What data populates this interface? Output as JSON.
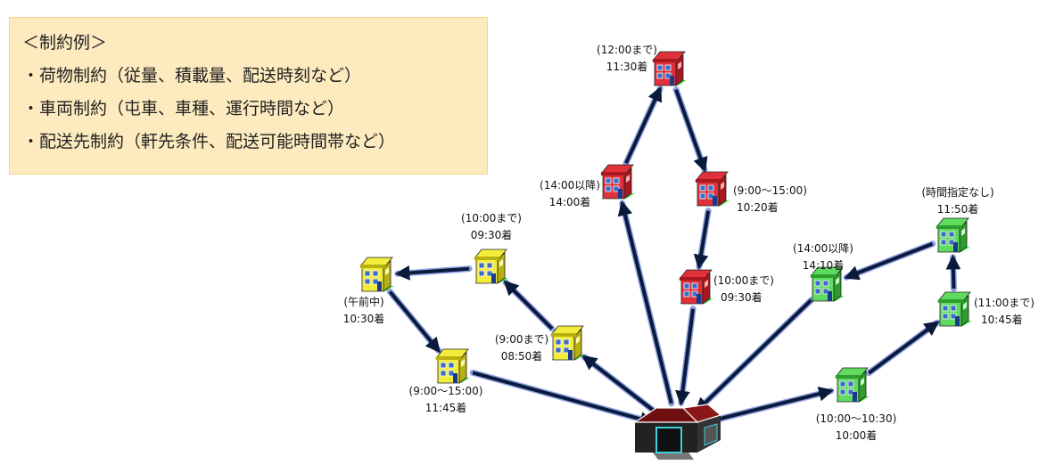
{
  "constraints": {
    "heading": "＜制約例＞",
    "items": [
      "・荷物制約（従量、積載量、配送時刻など）",
      "・車両制約（屯車、車種、運行時間など）",
      "・配送先制約（軒先条件、配送可能時間帯など）"
    ]
  },
  "colors": {
    "red_house": "#e0303a",
    "yellow_house": "#f4ec3a",
    "green_house": "#5fdc5f",
    "arrow": "#0a1a3a",
    "arrow_glow": "#2f4fd0",
    "depot_roof": "#6e1010",
    "depot_wall": "#222222",
    "depot_door": "#3fd0e0"
  },
  "depot": {
    "icon": "warehouse-icon"
  },
  "destinations": [
    {
      "id": "r1",
      "color": "red",
      "constraint": "(12:00まで)",
      "arrival": "11:30着"
    },
    {
      "id": "r2",
      "color": "red",
      "constraint": "(14:00以降)",
      "arrival": "14:00着"
    },
    {
      "id": "r3",
      "color": "red",
      "constraint": "(9:00～15:00)",
      "arrival": "10:20着"
    },
    {
      "id": "r4",
      "color": "red",
      "constraint": "(10:00まで)",
      "arrival": "09:30着"
    },
    {
      "id": "y1",
      "color": "yellow",
      "constraint": "(10:00まで)",
      "arrival": "09:30着"
    },
    {
      "id": "y2",
      "color": "yellow",
      "constraint": "(午前中)",
      "arrival": "10:30着"
    },
    {
      "id": "y3",
      "color": "yellow",
      "constraint": "(9:00まで)",
      "arrival": "08:50着"
    },
    {
      "id": "y4",
      "color": "yellow",
      "constraint": "(9:00～15:00)",
      "arrival": "11:45着"
    },
    {
      "id": "g1",
      "color": "green",
      "constraint": "(時間指定なし)",
      "arrival": "11:50着"
    },
    {
      "id": "g2",
      "color": "green",
      "constraint": "(14:00以降)",
      "arrival": "14:10着"
    },
    {
      "id": "g3",
      "color": "green",
      "constraint": "(11:00まで)",
      "arrival": "10:45着"
    },
    {
      "id": "g4",
      "color": "green",
      "constraint": "(10:00～10:30)",
      "arrival": "10:00着"
    }
  ],
  "routes": [
    [
      "depot",
      "r2"
    ],
    [
      "r2",
      "r1"
    ],
    [
      "r1",
      "r3"
    ],
    [
      "r3",
      "r4"
    ],
    [
      "r4",
      "depot"
    ],
    [
      "depot",
      "y3"
    ],
    [
      "y3",
      "y1"
    ],
    [
      "y1",
      "y2"
    ],
    [
      "y2",
      "y4"
    ],
    [
      "y4",
      "depot"
    ],
    [
      "depot",
      "g4"
    ],
    [
      "g4",
      "g3"
    ],
    [
      "g3",
      "g1"
    ],
    [
      "g1",
      "g2"
    ],
    [
      "g2",
      "depot"
    ]
  ]
}
